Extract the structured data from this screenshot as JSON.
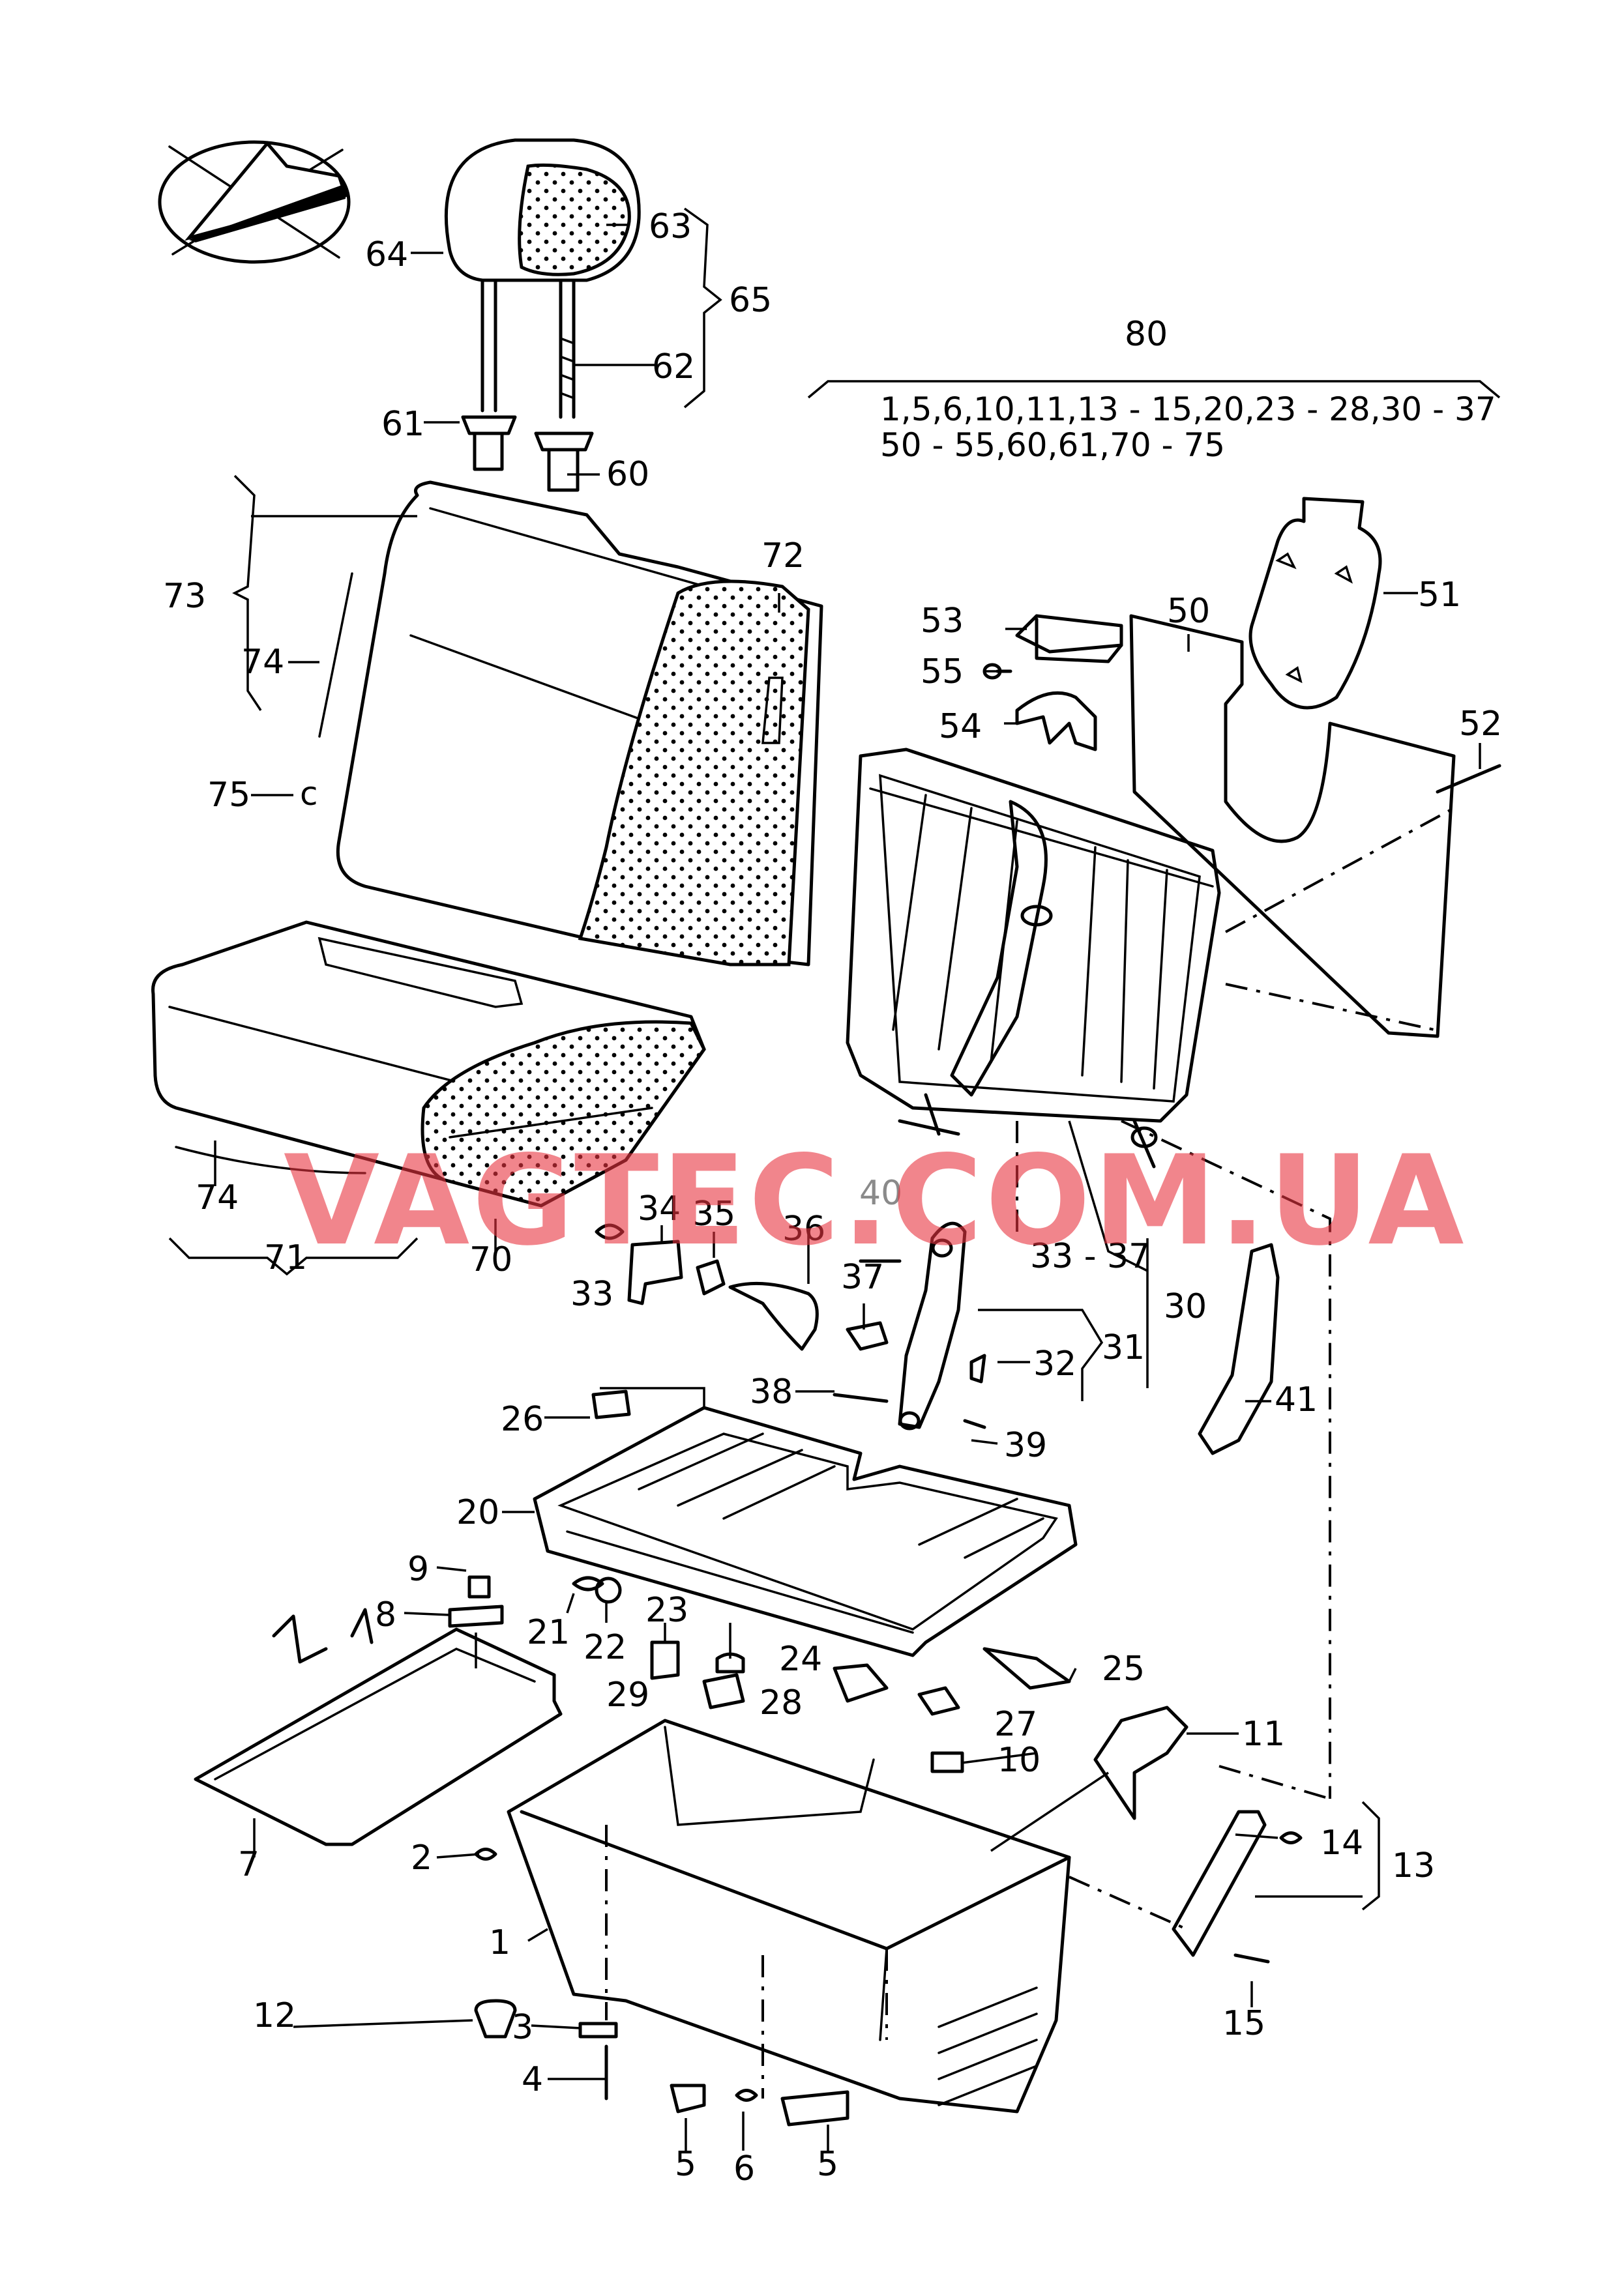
{
  "watermark": "VAGTEC.COM.UA",
  "labels": {
    "l1": "1",
    "l2": "2",
    "l3": "3",
    "l4": "4",
    "l5a": "5",
    "l5b": "5",
    "l6": "6",
    "l7": "7",
    "l8": "8",
    "l9": "9",
    "l10": "10",
    "l11": "11",
    "l12": "12",
    "l13": "13",
    "l14": "14",
    "l15": "15",
    "l20": "20",
    "l21": "21",
    "l22": "22",
    "l23": "23",
    "l24": "24",
    "l25": "25",
    "l26": "26",
    "l27": "27",
    "l28": "28",
    "l29": "29",
    "l30": "30",
    "l31": "31",
    "l32": "32",
    "l33a": "33",
    "l3337": "33 - 37",
    "l34": "34",
    "l35": "35",
    "l36": "36",
    "l37": "37",
    "l38": "38",
    "l39": "39",
    "l40": "40",
    "l41": "41",
    "l50": "50",
    "l51": "51",
    "l52": "52",
    "l53": "53",
    "l54": "54",
    "l55": "55",
    "l60": "60",
    "l61": "61",
    "l62": "62",
    "l63": "63",
    "l64": "64",
    "l65": "65",
    "l70": "70",
    "l71": "71",
    "l72": "72",
    "l73": "73",
    "l74a": "74",
    "l74b": "74",
    "l75": "75",
    "l80": "80"
  },
  "kit_80": {
    "line1": "1,5,6,10,11,13 - 15,20,23 - 28,30 - 37",
    "line2": "50 - 55,60,61,70 - 75"
  }
}
